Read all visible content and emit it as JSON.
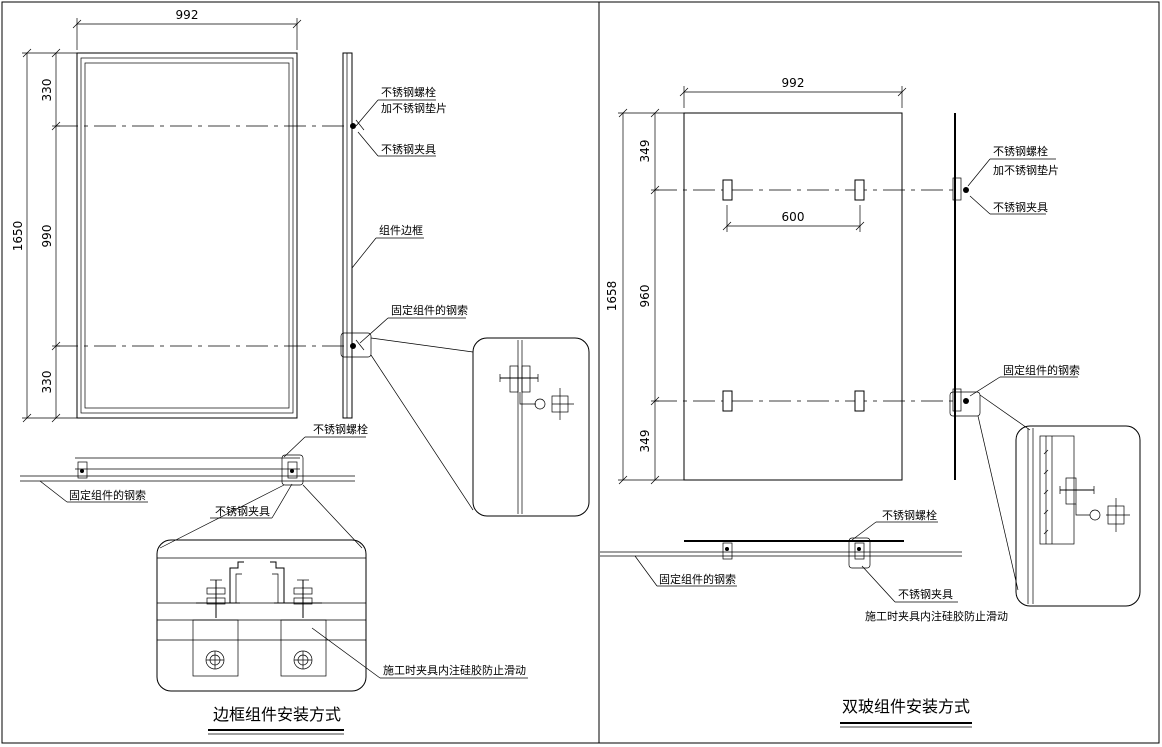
{
  "left": {
    "dim_width": "992",
    "dim_total": "1650",
    "dim_top": "330",
    "dim_mid": "990",
    "dim_bottom": "330",
    "label_bolt_washer_1": "不锈钢螺栓",
    "label_bolt_washer_2": "加不锈钢垫片",
    "label_clamp": "不锈钢夹具",
    "label_frame": "组件边框",
    "label_cable_fix": "固定组件的钢索",
    "label_bolt": "不锈钢螺栓",
    "label_cable": "固定组件的钢索",
    "label_clamp2": "不锈钢夹具",
    "label_note": "施工时夹具内注硅胶防止滑动",
    "title": "边框组件安装方式"
  },
  "right": {
    "dim_width": "992",
    "dim_total": "1658",
    "dim_top": "349",
    "dim_mid": "960",
    "dim_bottom": "349",
    "dim_spacing": "600",
    "label_bolt_washer_1": "不锈钢螺栓",
    "label_bolt_washer_2": "加不锈钢垫片",
    "label_clamp": "不锈钢夹具",
    "label_cable_fix": "固定组件的钢索",
    "label_bolt": "不锈钢螺栓",
    "label_cable": "固定组件的钢索",
    "label_clamp2": "不锈钢夹具",
    "label_note": "施工时夹具内注硅胶防止滑动",
    "title": "双玻组件安装方式"
  }
}
